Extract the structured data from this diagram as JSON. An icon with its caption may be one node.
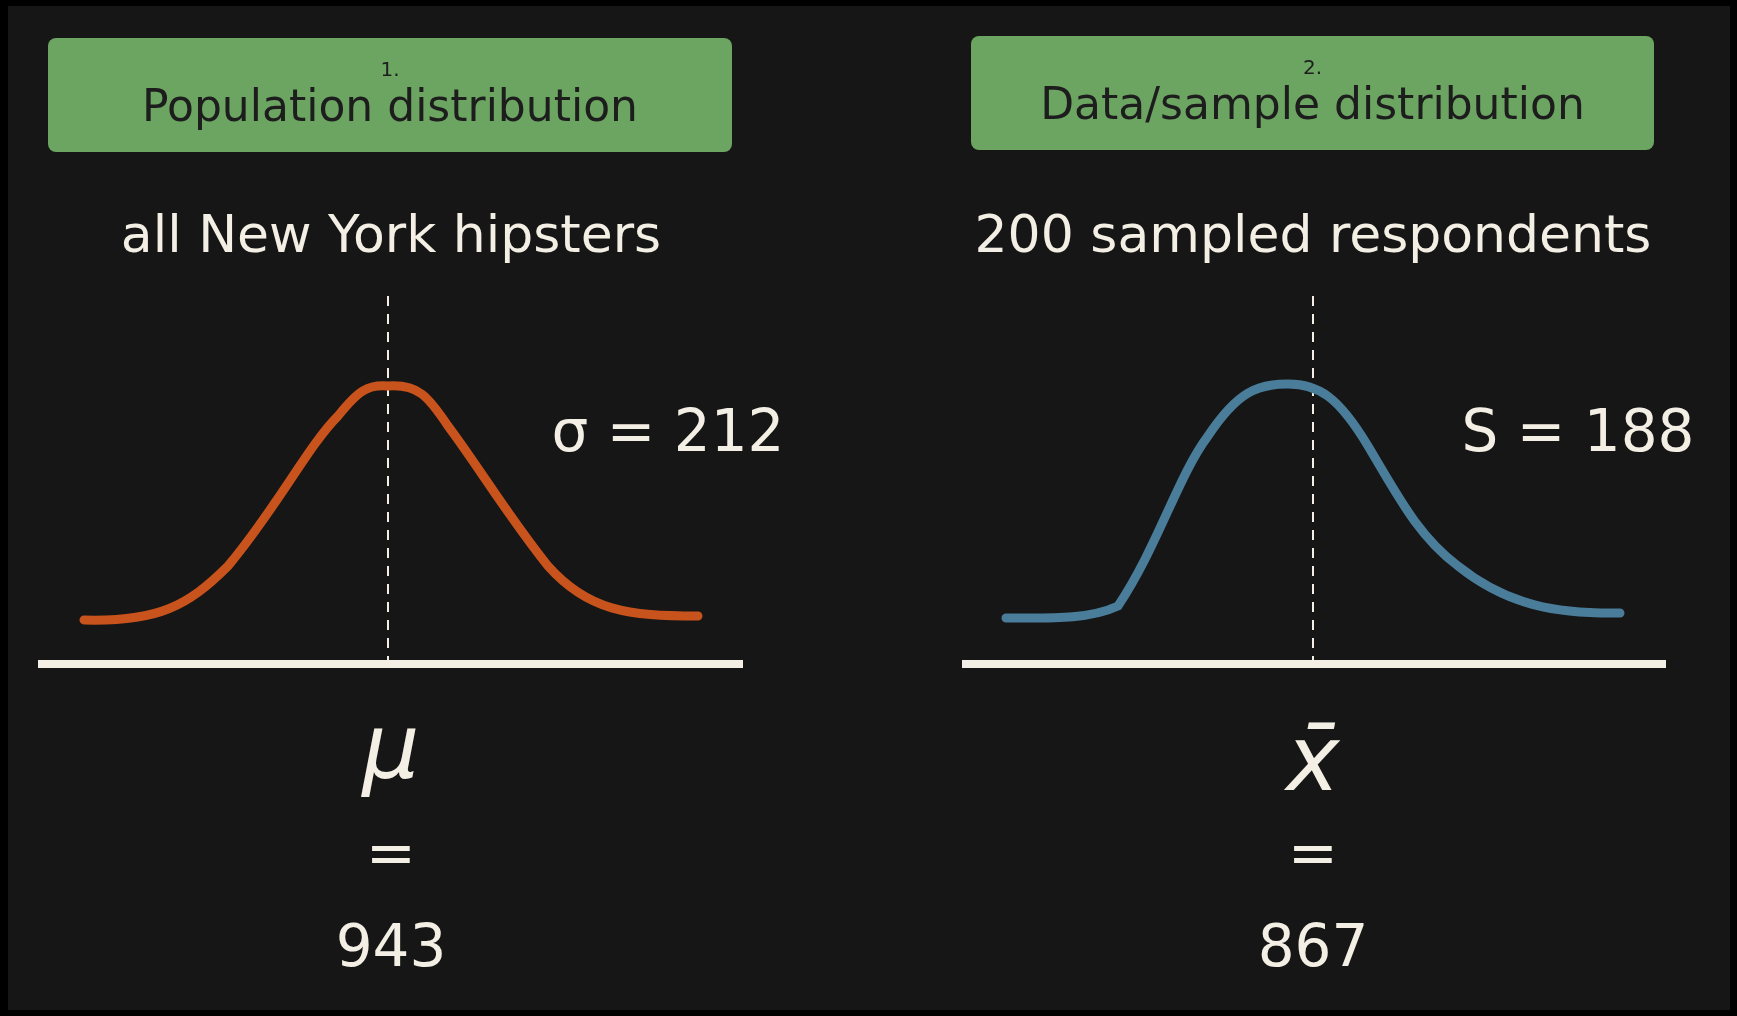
{
  "diagram": {
    "nodes": [
      {
        "text": [
          "1.",
          "Population distribution"
        ]
      },
      {
        "text": [
          "2.",
          "Data/sample distribution"
        ]
      }
    ],
    "labels": [
      "all New York hipsters",
      "σ = 212",
      "μ",
      "=",
      "943",
      "200 sampled respondents",
      "S = 188",
      "x̄",
      "=",
      "867"
    ]
  }
}
